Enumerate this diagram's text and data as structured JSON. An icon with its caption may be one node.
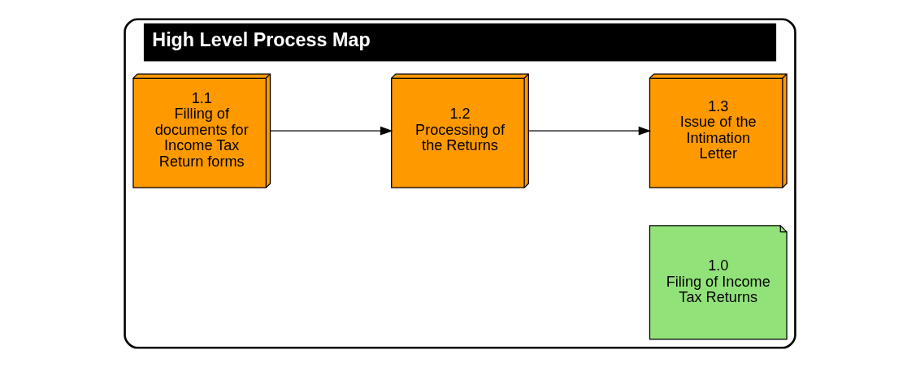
{
  "diagram": {
    "nodes": [
      {
        "text": [
          "High Level Process Map"
        ]
      },
      {
        "text": [
          "1.0",
          "Filing of Income Tax Returns"
        ],
        "in": 0
      },
      {
        "text": [
          "1.1",
          "Filling of documents for Income Tax Return forms"
        ],
        "in": 0
      },
      {
        "text": [
          "1.2",
          "Processing of the Returns"
        ],
        "in": 0
      },
      {
        "text": [
          "1.3",
          "Issue of the Intimation Letter"
        ],
        "in": 0
      }
    ],
    "edges": [
      {
        "from": 2,
        "to": 3,
        "arrow": "to"
      },
      {
        "from": 3,
        "to": 4,
        "arrow": "to"
      }
    ]
  }
}
